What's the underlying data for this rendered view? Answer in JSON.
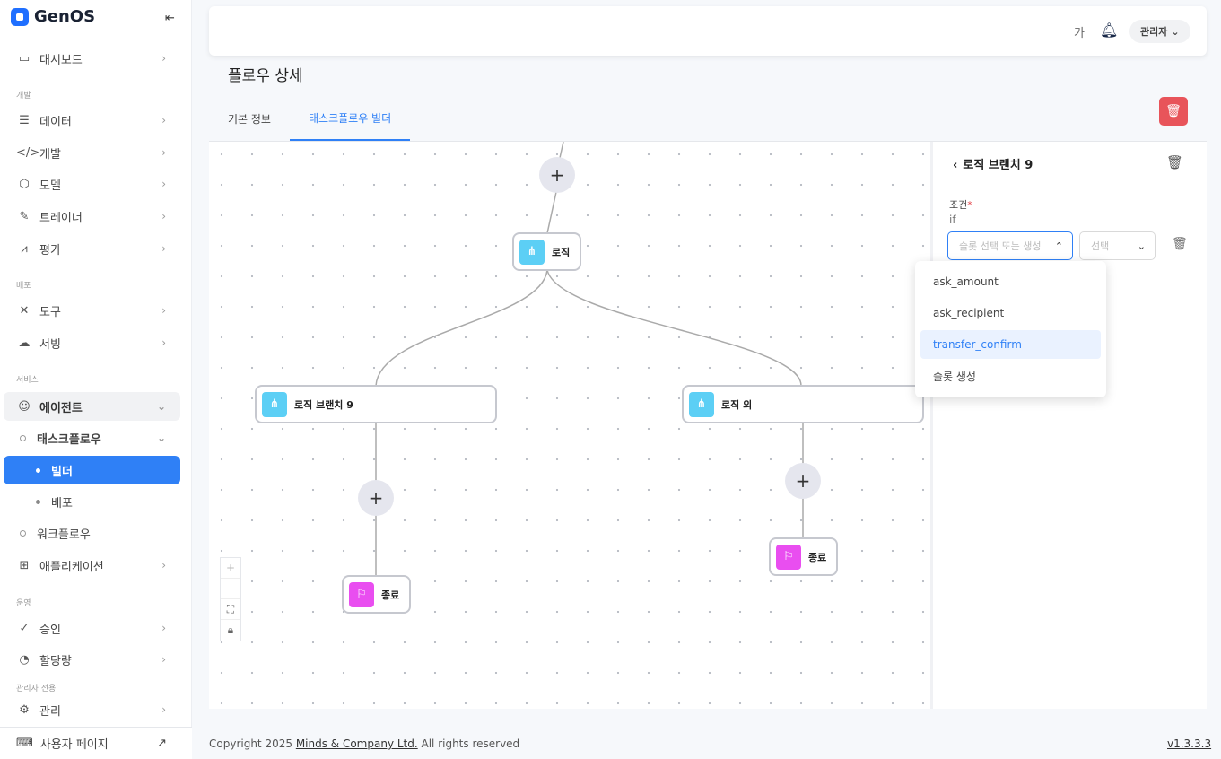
{
  "app": {
    "name": "GenOS"
  },
  "sidebar": {
    "top": [
      {
        "label": "대시보드",
        "icon": "monitor-icon"
      }
    ],
    "sections": [
      "개발",
      "배포",
      "서비스",
      "운영",
      "관리자 전용"
    ],
    "dev": [
      {
        "label": "데이터"
      },
      {
        "label": "개발"
      },
      {
        "label": "모델"
      },
      {
        "label": "트레이너"
      },
      {
        "label": "평가"
      }
    ],
    "deploy": [
      {
        "label": "도구"
      },
      {
        "label": "서빙"
      }
    ],
    "service": {
      "agent": "에이전트",
      "taskflow": "태스크플로우",
      "builder": "빌더",
      "deploy": "배포",
      "workflow": "워크플로우",
      "apps": "애플리케이션"
    },
    "ops": [
      {
        "label": "승인"
      },
      {
        "label": "할당량"
      }
    ],
    "admin": [
      {
        "label": "관리"
      }
    ],
    "user_page": "사용자 페이지"
  },
  "header": {
    "font_toggle": "가",
    "user": "관리자"
  },
  "page": {
    "title": "플로우 상세",
    "tabs": [
      "기본 정보",
      "태스크플로우 빌더"
    ],
    "active_tab": 1
  },
  "canvas": {
    "nodes": {
      "logic": "로직",
      "branch": "로직 브랜치 9",
      "else": "로직 외",
      "end1": "종료",
      "end2": "종료"
    },
    "colors": {
      "logic": "#5ccff5",
      "end": "#e94ef0"
    }
  },
  "panel": {
    "title": "로직 브랜치 9",
    "condition_label": "조건",
    "required": "*",
    "if_label": "if",
    "slot_placeholder": "슬롯 선택 또는 생성",
    "operator_placeholder": "선택",
    "options": [
      "ask_amount",
      "ask_recipient",
      "transfer_confirm",
      "슬롯 생성"
    ],
    "highlighted_option": "transfer_confirm"
  },
  "footer": {
    "copyright_pre": "Copyright 2025 ",
    "company": "Minds & Company Ltd.",
    "copyright_post": " All rights reserved",
    "version": "v1.3.3.3"
  }
}
